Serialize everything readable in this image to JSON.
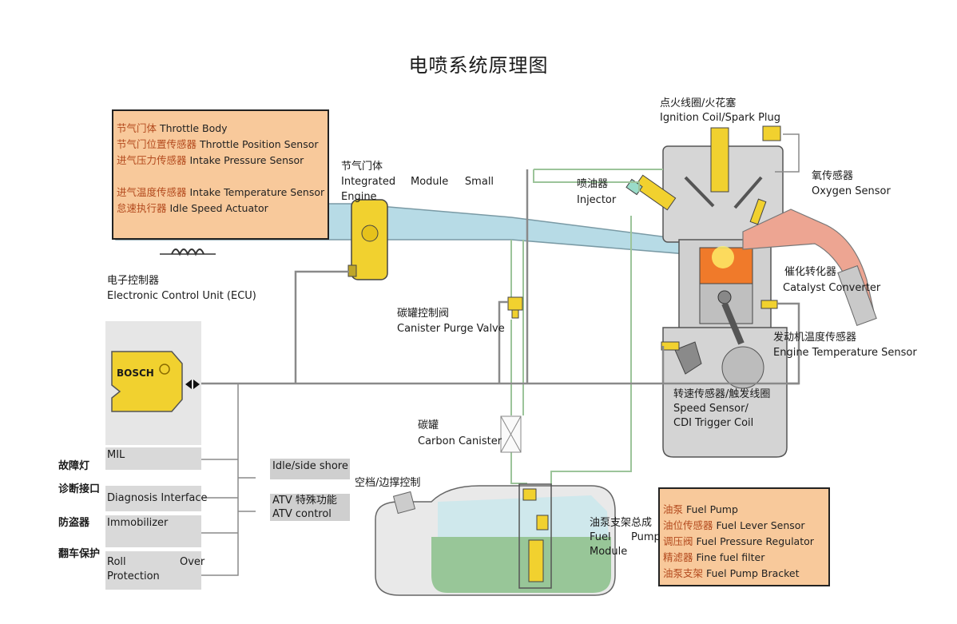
{
  "title": "电喷系统原理图",
  "throttle_box": {
    "rows": [
      {
        "zh": "节气门体",
        "en": "Throttle Body"
      },
      {
        "zh": "节气门位置传感器",
        "en": "Throttle Position Sensor"
      },
      {
        "zh": "进气压力传感器",
        "en": "Intake Pressure Sensor"
      },
      {
        "zh": "进气温度传感器",
        "en": "Intake Temperature Sensor"
      },
      {
        "zh": "怠速执行器",
        "en": "Idle Speed Actuator"
      }
    ]
  },
  "fuel_box": {
    "rows": [
      {
        "zh": "油泵",
        "en": "Fuel Pump"
      },
      {
        "zh": "油位传感器",
        "en": "Fuel Lever Sensor"
      },
      {
        "zh": "调压阀",
        "en": "Fuel Pressure Regulator"
      },
      {
        "zh": "精滤器",
        "en": "Fine fuel filter"
      },
      {
        "zh": "油泵支架",
        "en": "Fuel Pump Bracket"
      }
    ]
  },
  "labels": {
    "throttle_zh": "节气门体",
    "integrated": "Integrated",
    "module_small": "Module     Small",
    "engine": "Engine",
    "ignition_zh": "点火线圈/火花塞",
    "ignition_en": "Ignition Coil/Spark Plug",
    "injector_zh": "喷油器",
    "injector_en": "Injector",
    "oxygen_zh": "氧传感器",
    "oxygen_en": "Oxygen Sensor",
    "ecu_zh": "电子控制器",
    "ecu_en": "Electronic Control Unit (ECU)",
    "bosch": "BOSCH",
    "purge_zh": "碳罐控制阀",
    "purge_en": "Canister Purge Valve",
    "catalyst_zh": "催化转化器",
    "catalyst_en": "Catalyst Converter",
    "temp_zh": "发动机温度传感器",
    "temp_en": "Engine Temperature Sensor",
    "speed_zh": "转速传感器/触发线圈",
    "speed_en1": "Speed Sensor/",
    "speed_en2": "CDI Trigger Coil",
    "canister_zh": "碳罐",
    "canister_en": "Carbon Canister",
    "mil_zh": "故障灯",
    "mil_en": "MIL",
    "diag_zh": "诊断接口",
    "diag_en": "Diagnosis Interface",
    "immo_zh": "防盗器",
    "immo_en": "Immobilizer",
    "roll_zh": "翻车保护",
    "roll_en1": "Roll",
    "roll_en2": "Over",
    "roll_en3": "Protection",
    "idle_side": "Idle/side shore",
    "atv_zh": "ATV 特殊功能",
    "atv_en": "ATV control",
    "neutral_zh": "空档/边撑控制",
    "pump_zh": "油泵支架总成",
    "pump_en1": "Fuel",
    "pump_en2": "Pump",
    "pump_en3": "Module"
  }
}
